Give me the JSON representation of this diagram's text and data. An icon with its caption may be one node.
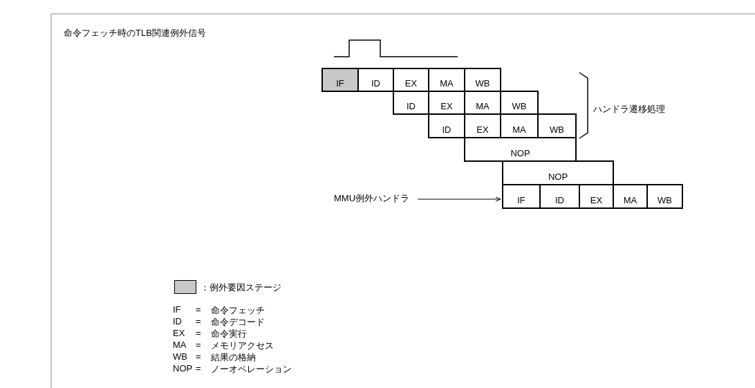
{
  "diagram": {
    "title": "命令フェッチ時のTLB関連例外信号",
    "nodes": [
      {
        "text": [
          "IF"
        ]
      },
      {
        "text": [
          "ID"
        ]
      },
      {
        "text": [
          "EX"
        ]
      },
      {
        "text": [
          "MA"
        ]
      },
      {
        "text": [
          "WB"
        ]
      },
      {
        "text": [
          "ID"
        ]
      },
      {
        "text": [
          "EX"
        ]
      },
      {
        "text": [
          "MA"
        ]
      },
      {
        "text": [
          "WB"
        ]
      },
      {
        "text": [
          "ID"
        ]
      },
      {
        "text": [
          "EX"
        ]
      },
      {
        "text": [
          "MA"
        ]
      },
      {
        "text": [
          "WB"
        ]
      },
      {
        "text": [
          "NOP"
        ]
      },
      {
        "text": [
          "NOP"
        ]
      },
      {
        "text": [
          "MMU例外ハンドラ"
        ]
      },
      {
        "text": [
          "IF"
        ]
      },
      {
        "text": [
          "ID"
        ]
      },
      {
        "text": [
          "EX"
        ]
      },
      {
        "text": [
          "MA"
        ]
      },
      {
        "text": [
          "WB"
        ]
      }
    ],
    "edges": [
      {
        "from": 15,
        "to": 16,
        "arrow": "to"
      }
    ],
    "labels": [
      "ハンドラ遷移処理",
      "IF",
      "=",
      "命令フェッチ",
      "ID",
      "=",
      "命令デコード",
      "EX",
      "=",
      "命令実行",
      "MA",
      "=",
      "メモリアクセス",
      "WB",
      "=",
      "結果の格納",
      "NOP",
      "=",
      "ノーオペレーション"
    ],
    "legend": [
      {
        "text": "：例外要因ステージ",
        "color": "#c8c8c8"
      }
    ]
  }
}
